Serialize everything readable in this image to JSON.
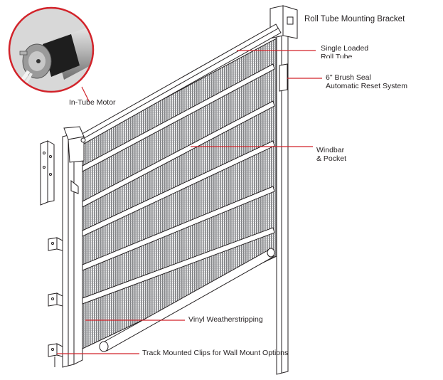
{
  "labels": {
    "roll_tube_bracket": "Roll Tube Mounting Bracket",
    "roll_tube_line1": "Single Loaded",
    "roll_tube_line2": "Roll Tube",
    "brush_seal_line1": "6\" Brush Seal",
    "brush_seal_line2": "Automatic Reset System",
    "windbar_line1": "Windbar",
    "windbar_line2": "& Pocket",
    "in_tube_motor": "In-Tube Motor",
    "vinyl_weatherstripping": "Vinyl Weatherstripping",
    "track_clips": "Track Mounted Clips for Wall Mount Options"
  },
  "colors": {
    "leader_line": "#d2232a",
    "inset_ring": "#d2232a",
    "line_art": "#231f20",
    "mesh": "#6d6e71"
  }
}
